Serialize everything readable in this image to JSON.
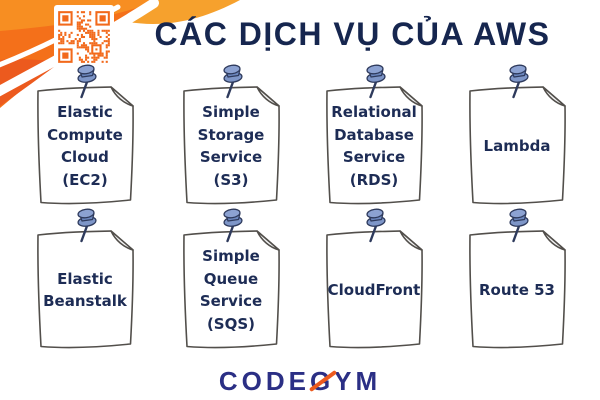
{
  "header": {
    "title": "CÁC DỊCH VỤ CỦA AWS",
    "qr_icon": "qr-code"
  },
  "cards": [
    {
      "service": "Elastic Compute Cloud (EC2)",
      "label": "Elastic\nCompute\nCloud\n(EC2)"
    },
    {
      "service": "Simple Storage Service (S3)",
      "label": "Simple\nStorage\nService\n(S3)"
    },
    {
      "service": "Relational Database Service (RDS)",
      "label": "Relational\nDatabase\nService\n(RDS)"
    },
    {
      "service": "Lambda",
      "label": "Lambda"
    },
    {
      "service": "Elastic Beanstalk",
      "label": "Elastic\nBeanstalk"
    },
    {
      "service": "Simple Queue Service (SQS)",
      "label": "Simple\nQueue\nService\n(SQS)"
    },
    {
      "service": "CloudFront",
      "label": "CloudFront"
    },
    {
      "service": "Route 53",
      "label": "Route 53"
    }
  ],
  "footer": {
    "logo_text": "CODEGYM"
  },
  "colors": {
    "title_navy": "#16264F",
    "card_text_navy": "#1D2C55",
    "outline_gray": "#524F4B",
    "brand_orange": "#F2691B",
    "deep_orange": "#EC5A1E",
    "amber_orange": "#F6A12D",
    "logo_indigo": "#2B2F85",
    "pin_blue": "#7E96C8"
  }
}
